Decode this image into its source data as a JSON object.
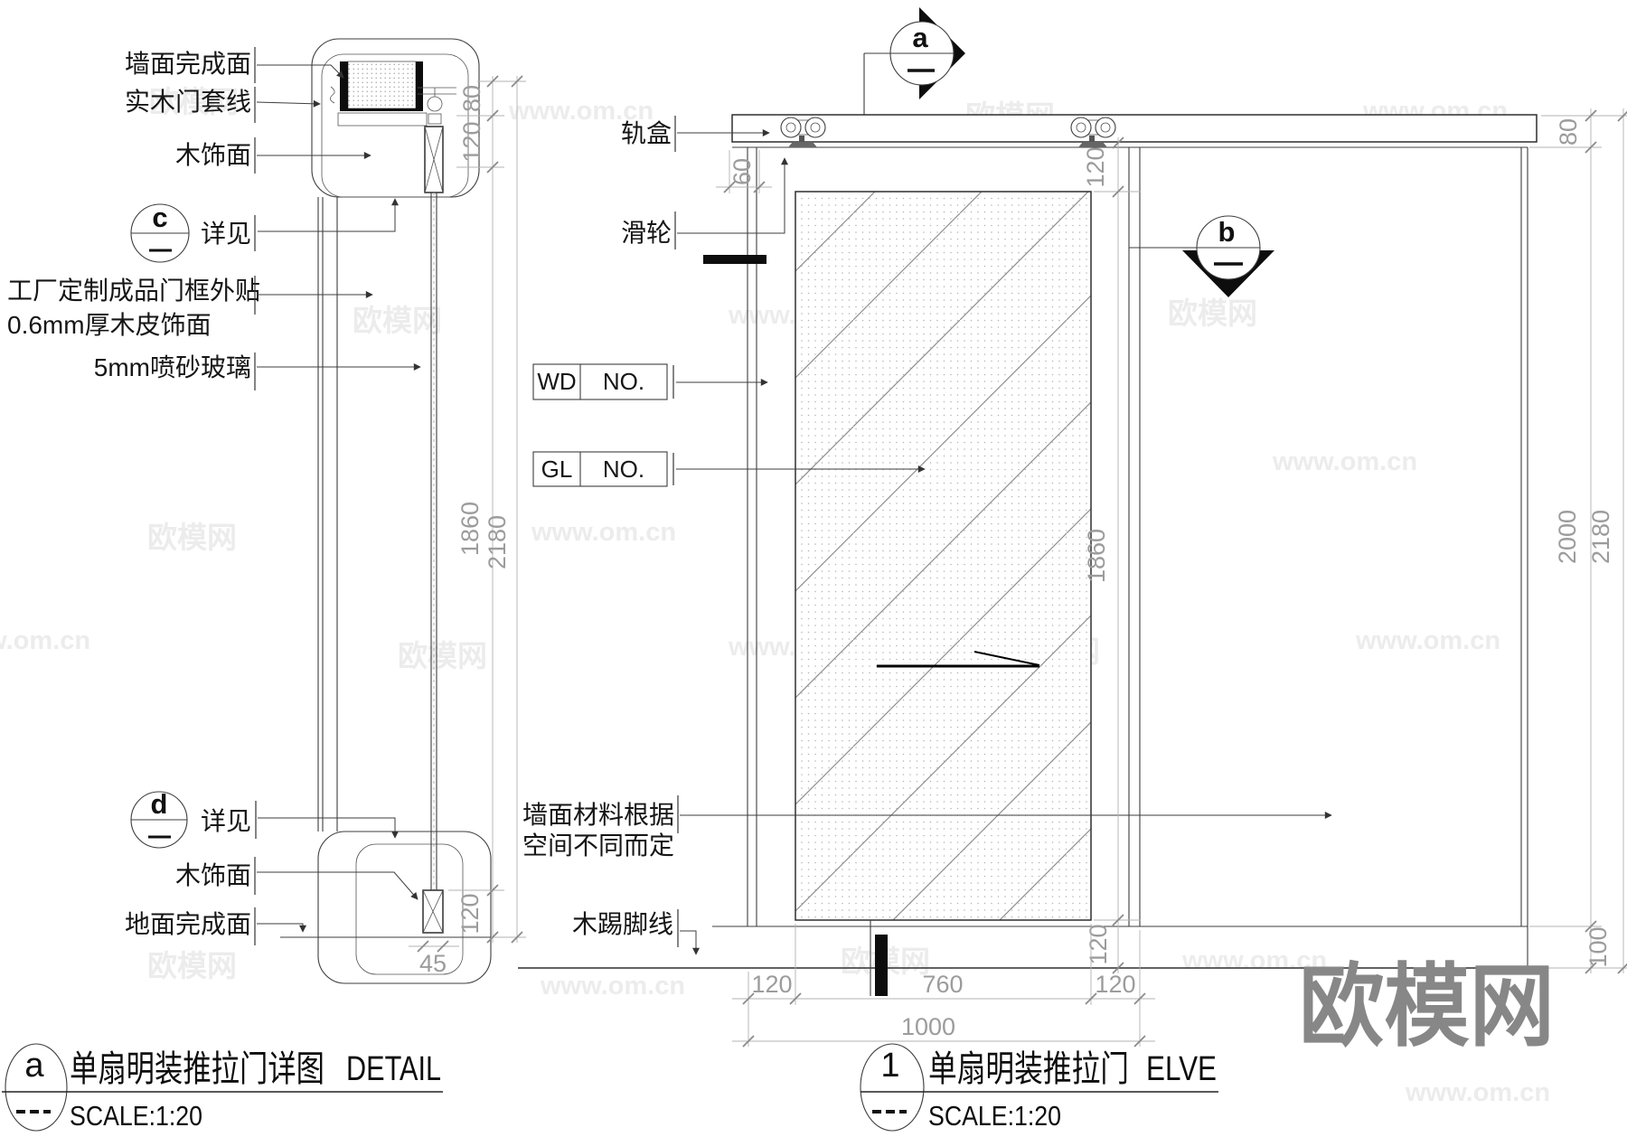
{
  "section": {
    "labels": {
      "wall_finish": "墙面完成面",
      "wood_casing": "实木门套线",
      "wood_veneer_top": "木饰面",
      "detail_c": "c",
      "see_detail_c": "详见",
      "factory_frame_1": "工厂定制成品门框外贴",
      "factory_frame_2": "0.6mm厚木皮饰面",
      "frosted_glass": "5mm喷砂玻璃",
      "detail_d": "d",
      "see_detail_d": "详见",
      "wood_veneer_bottom": "木饰面",
      "floor_finish": "地面完成面"
    },
    "dims": {
      "top_80": "80",
      "top_120": "120",
      "door_height": "1860",
      "total_height": "2180",
      "bottom_120": "120",
      "threshold": "45"
    }
  },
  "elevation": {
    "labels": {
      "track_box": "轨盒",
      "roller": "滑轮",
      "wall_material_1": "墙面材料根据",
      "wall_material_2": "空间不同而定",
      "skirting": "木踢脚线"
    },
    "tags": {
      "wd": "WD",
      "wd_no": "NO.",
      "gl": "GL",
      "gl_no": "NO."
    },
    "markers": {
      "a": "a",
      "b": "b"
    },
    "dims": {
      "roller_offset": "60",
      "top_gap": "120",
      "door_height": "1860",
      "bottom_gap": "120",
      "jamb_left": "120",
      "door_width": "760",
      "jamb_right": "120",
      "opening_width": "1000",
      "track_height": "80",
      "wall_height": "2000",
      "total_height": "2180",
      "skirting_height": "100"
    }
  },
  "titles": {
    "detail": {
      "bubble": "a",
      "sheet": "----",
      "name": "单扇明装推拉门详图",
      "type": "DETAIL",
      "scale": "SCALE:1:20"
    },
    "elevation": {
      "bubble": "1",
      "sheet": "----",
      "name": "单扇明装推拉门",
      "type": "ELVE",
      "scale": "SCALE:1:20"
    }
  },
  "watermarks": {
    "site": "www.om.cn",
    "brand": "欧模网",
    "logo": "欧模网"
  }
}
